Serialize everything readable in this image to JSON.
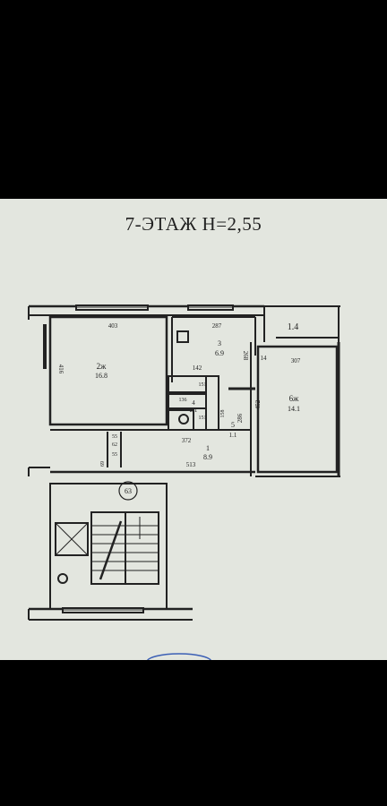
{
  "title": "7-ЭТАЖ  Н=2,55",
  "rooms": [
    {
      "number": "1",
      "area": "8.9"
    },
    {
      "number": "2ж",
      "area": "16.8"
    },
    {
      "number": "3",
      "area": "6.9"
    },
    {
      "number": "4",
      "area": "2.1"
    },
    {
      "number": "5",
      "area": "1.1"
    },
    {
      "number": "6ж",
      "area": "14.1"
    }
  ],
  "balcony_label": "1.4",
  "apartment_number": "63",
  "dimensions": [
    "403",
    "416",
    "287",
    "142",
    "268",
    "14",
    "307",
    "151",
    "136",
    "151",
    "158",
    "286",
    "452",
    "372",
    "513",
    "55",
    "62",
    "55",
    "69"
  ],
  "colors": {
    "paper": "#e3e6df",
    "ink": "#222222",
    "background": "#000000"
  }
}
